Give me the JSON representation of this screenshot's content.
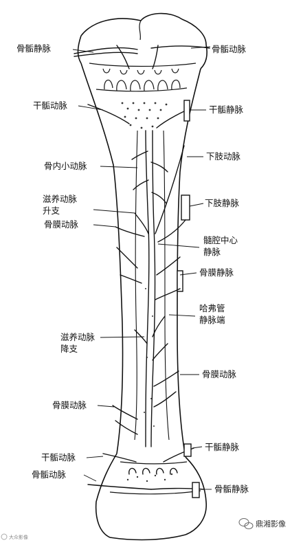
{
  "labels": {
    "left_epiphyseal_vein": "骨骺静脉",
    "right_epiphyseal_artery": "骨骺动脉",
    "left_metaphyseal_artery": "干骺动脉",
    "right_metaphyseal_vein": "干骺静脉",
    "intraosseous_arteriole": "骨内小动脉",
    "limb_artery": "下肢动脉",
    "nutrient_ascending_l1": "滋养动脉",
    "nutrient_ascending_l2": "升支",
    "limb_vein": "下肢静脉",
    "periosteal_artery_upper": "骨膜动脉",
    "central_vein_l1": "髓腔中心",
    "central_vein_l2": "静脉",
    "periosteal_vein": "骨膜静脉",
    "haversian_l1": "哈弗管",
    "haversian_l2": "静脉端",
    "nutrient_descending_l1": "滋养动脉",
    "nutrient_descending_l2": "降支",
    "periosteal_artery_right": "骨膜动脉",
    "periosteal_artery_lower": "骨膜动脉",
    "metaphyseal_vein_lower": "干骺静脉",
    "metaphyseal_artery_lower": "干骺动脉",
    "epiphyseal_artery_lower": "骨骺动脉",
    "epiphyseal_vein_lower": "骨骺静脉"
  },
  "watermark": {
    "brand": "鼎湘影像",
    "left_small": "大众影像"
  }
}
